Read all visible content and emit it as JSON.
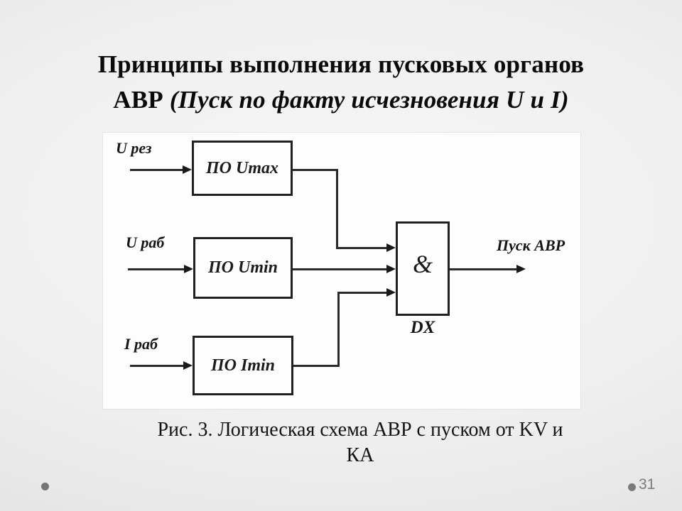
{
  "slide": {
    "title": {
      "line1": "Принципы выполнения пусковых органов",
      "line2_plain": "АВР ",
      "line2_italic": "(Пуск по факту исчезновения U и I)"
    },
    "page_number": "31"
  },
  "diagram": {
    "inputs": [
      {
        "label": "U рез"
      },
      {
        "label": "U раб"
      },
      {
        "label": "I раб"
      }
    ],
    "blocks": [
      {
        "label": "ПО Umax"
      },
      {
        "label": "ПО Umin"
      },
      {
        "label": "ПО Imin"
      }
    ],
    "gate": {
      "symbol": "&",
      "designation": "DX"
    },
    "output_label": "Пуск АВР"
  },
  "caption": {
    "line1": "Рис. 3. Логическая схема АВР с пуском от KV и",
    "line2": "КА"
  },
  "colors": {
    "background_center": "#f5f5f5",
    "background_edge": "#d7d7d7",
    "panel": "#fdfdfd",
    "ink": "#212121",
    "footer_gray": "#7b7b7b"
  }
}
